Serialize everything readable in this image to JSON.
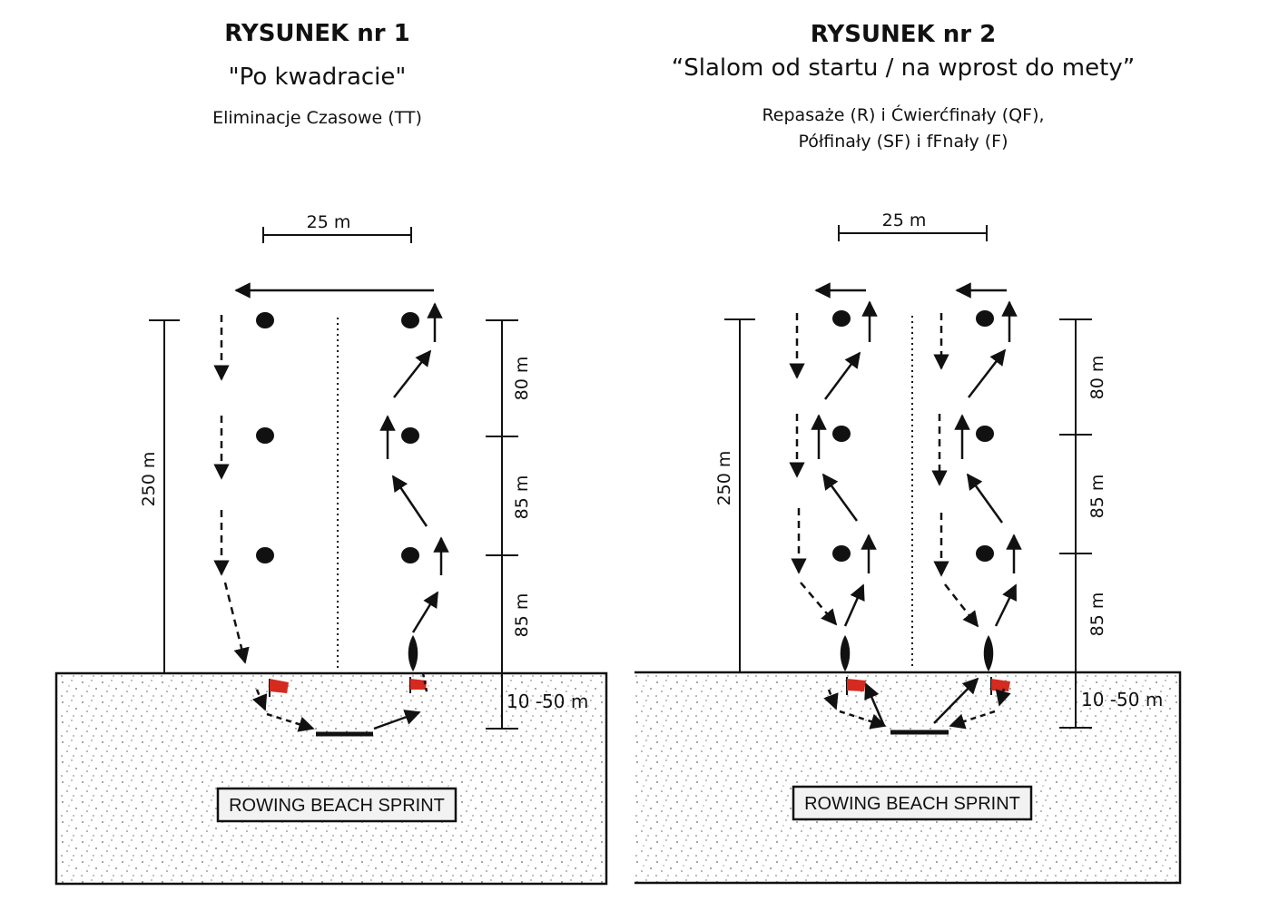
{
  "figures": [
    {
      "title": "RYSUNEK nr 1",
      "subtitle": "\"Po kwadracie\"",
      "description_lines": [
        "Eliminacje Czasowe (TT)"
      ],
      "width_label": "25 m",
      "total_label": "250 m",
      "segment_labels": [
        "80 m",
        "85 m",
        "85 m"
      ],
      "beach_label": "10 -50 m",
      "sign_text": "ROWING BEACH SPRINT"
    },
    {
      "title": "RYSUNEK nr 2",
      "subtitle": "“Slalom od startu / na wprost do mety”",
      "description_lines": [
        "Repasaże (R) i Ćwierćfinały (QF),",
        "Półfinały (SF) i fFnały (F)"
      ],
      "width_label": "25 m",
      "total_label": "250 m",
      "segment_labels": [
        "80 m",
        "85 m",
        "85 m"
      ],
      "beach_label": "10 -50 m",
      "sign_text": "ROWING BEACH SPRINT"
    }
  ],
  "colors": {
    "flag": "#d42a1f",
    "ink": "#111111",
    "sand_dots": "#555555",
    "sign_bg": "#f2f2f2"
  }
}
